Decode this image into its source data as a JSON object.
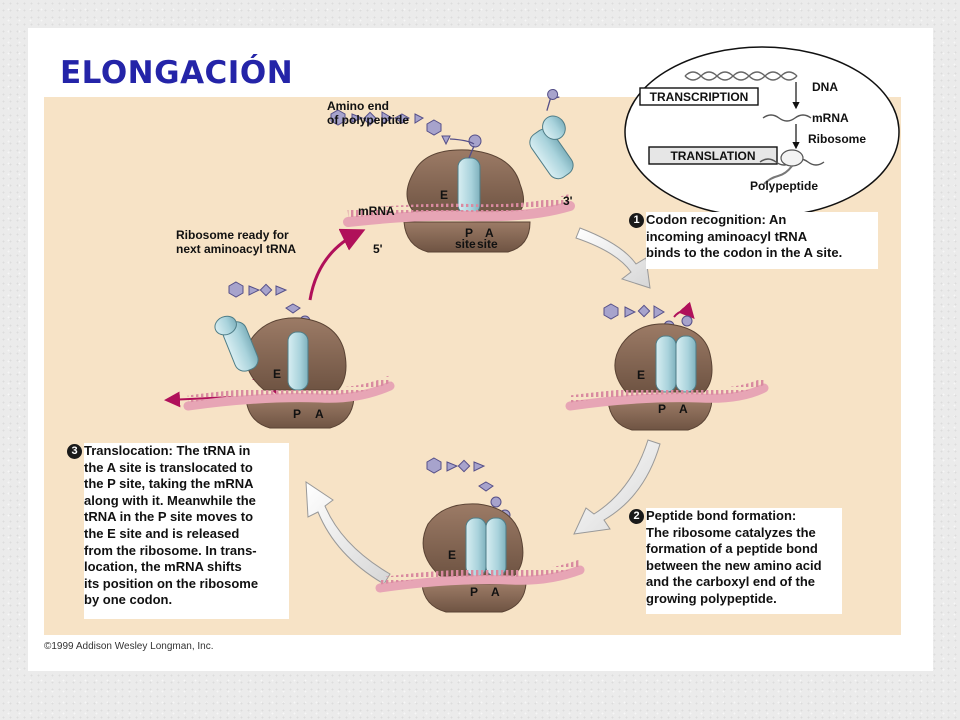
{
  "slide_title": "ELONGACIÓN",
  "inset": {
    "dna": "DNA",
    "transcription": "TRANSCRIPTION",
    "mrna": "mRNA",
    "ribosome": "Ribosome",
    "translation": "TRANSLATION",
    "polypeptide": "Polypeptide"
  },
  "top_labels": {
    "amino_end": [
      "Amino end",
      "of polypeptide"
    ],
    "mrna": "mRNA",
    "three_prime": "3'",
    "five_prime": "5'",
    "ribosome_ready": [
      "Ribosome ready for",
      "next aminoacyl tRNA"
    ]
  },
  "sites": {
    "e": "E",
    "p": "P",
    "a": "A",
    "site": "site"
  },
  "steps": [
    {
      "number": "1",
      "lines": [
        "Codon recognition: An",
        "incoming aminoacyl tRNA",
        "binds to the codon in the A site."
      ]
    },
    {
      "number": "2",
      "lines": [
        "Peptide bond formation:",
        "The ribosome catalyzes the",
        "formation of a peptide bond",
        "between the new amino acid",
        "and the carboxyl end of the",
        "growing polypeptide."
      ]
    },
    {
      "number": "3",
      "lines": [
        "Translocation: The tRNA in",
        "the A site is translocated to",
        "the P site, taking the mRNA",
        "along with it. Meanwhile the",
        "tRNA in the P site moves to",
        "the E site and is released",
        "from the ribosome. In trans-",
        "location, the mRNA shifts",
        "its position on the ribosome",
        "by one codon."
      ]
    }
  ],
  "copyright": "©1999 Addison Wesley Longman, Inc.",
  "colors": {
    "title": "#2424a8",
    "panel": "#f7e3c6",
    "ribosome": "#8b6a55",
    "trna": "#a9d3dc",
    "mrna": "#e7a5b5",
    "peptide": "#a7a3cc",
    "arrow_magenta": "#b0105a"
  }
}
